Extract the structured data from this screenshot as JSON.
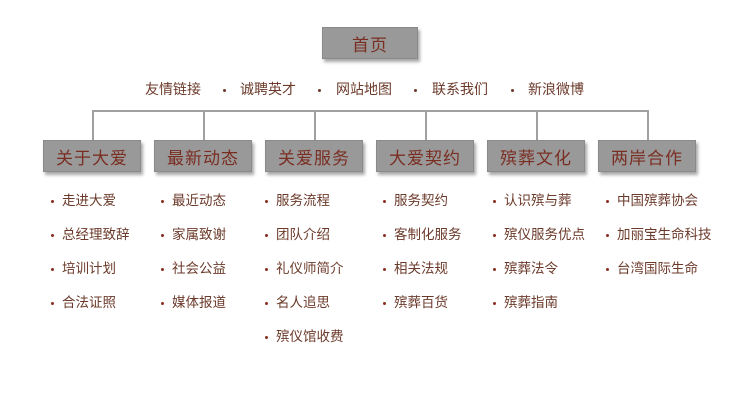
{
  "home": {
    "label": "首页"
  },
  "top_links": [
    "友情链接",
    "诚聘英才",
    "网站地图",
    "联系我们",
    "新浪微博"
  ],
  "categories": [
    {
      "label": "关于大爱",
      "items": [
        "走进大爱",
        "总经理致辞",
        "培训计划",
        "合法证照"
      ]
    },
    {
      "label": "最新动态",
      "items": [
        "最近动态",
        "家属致谢",
        "社会公益",
        "媒体报道"
      ]
    },
    {
      "label": "关爱服务",
      "items": [
        "服务流程",
        "团队介绍",
        "礼仪师简介",
        "名人追思",
        "殡仪馆收费"
      ]
    },
    {
      "label": "大爱契约",
      "items": [
        "服务契约",
        "客制化服务",
        "相关法规",
        "殡葬百货"
      ]
    },
    {
      "label": "殡葬文化",
      "items": [
        "认识殡与葬",
        "殡仪服务优点",
        "殡葬法令",
        "殡葬指南"
      ]
    },
    {
      "label": "两岸合作",
      "items": [
        "中国殡葬协会",
        "加丽宝生命科技",
        "台湾国际生命"
      ]
    }
  ]
}
